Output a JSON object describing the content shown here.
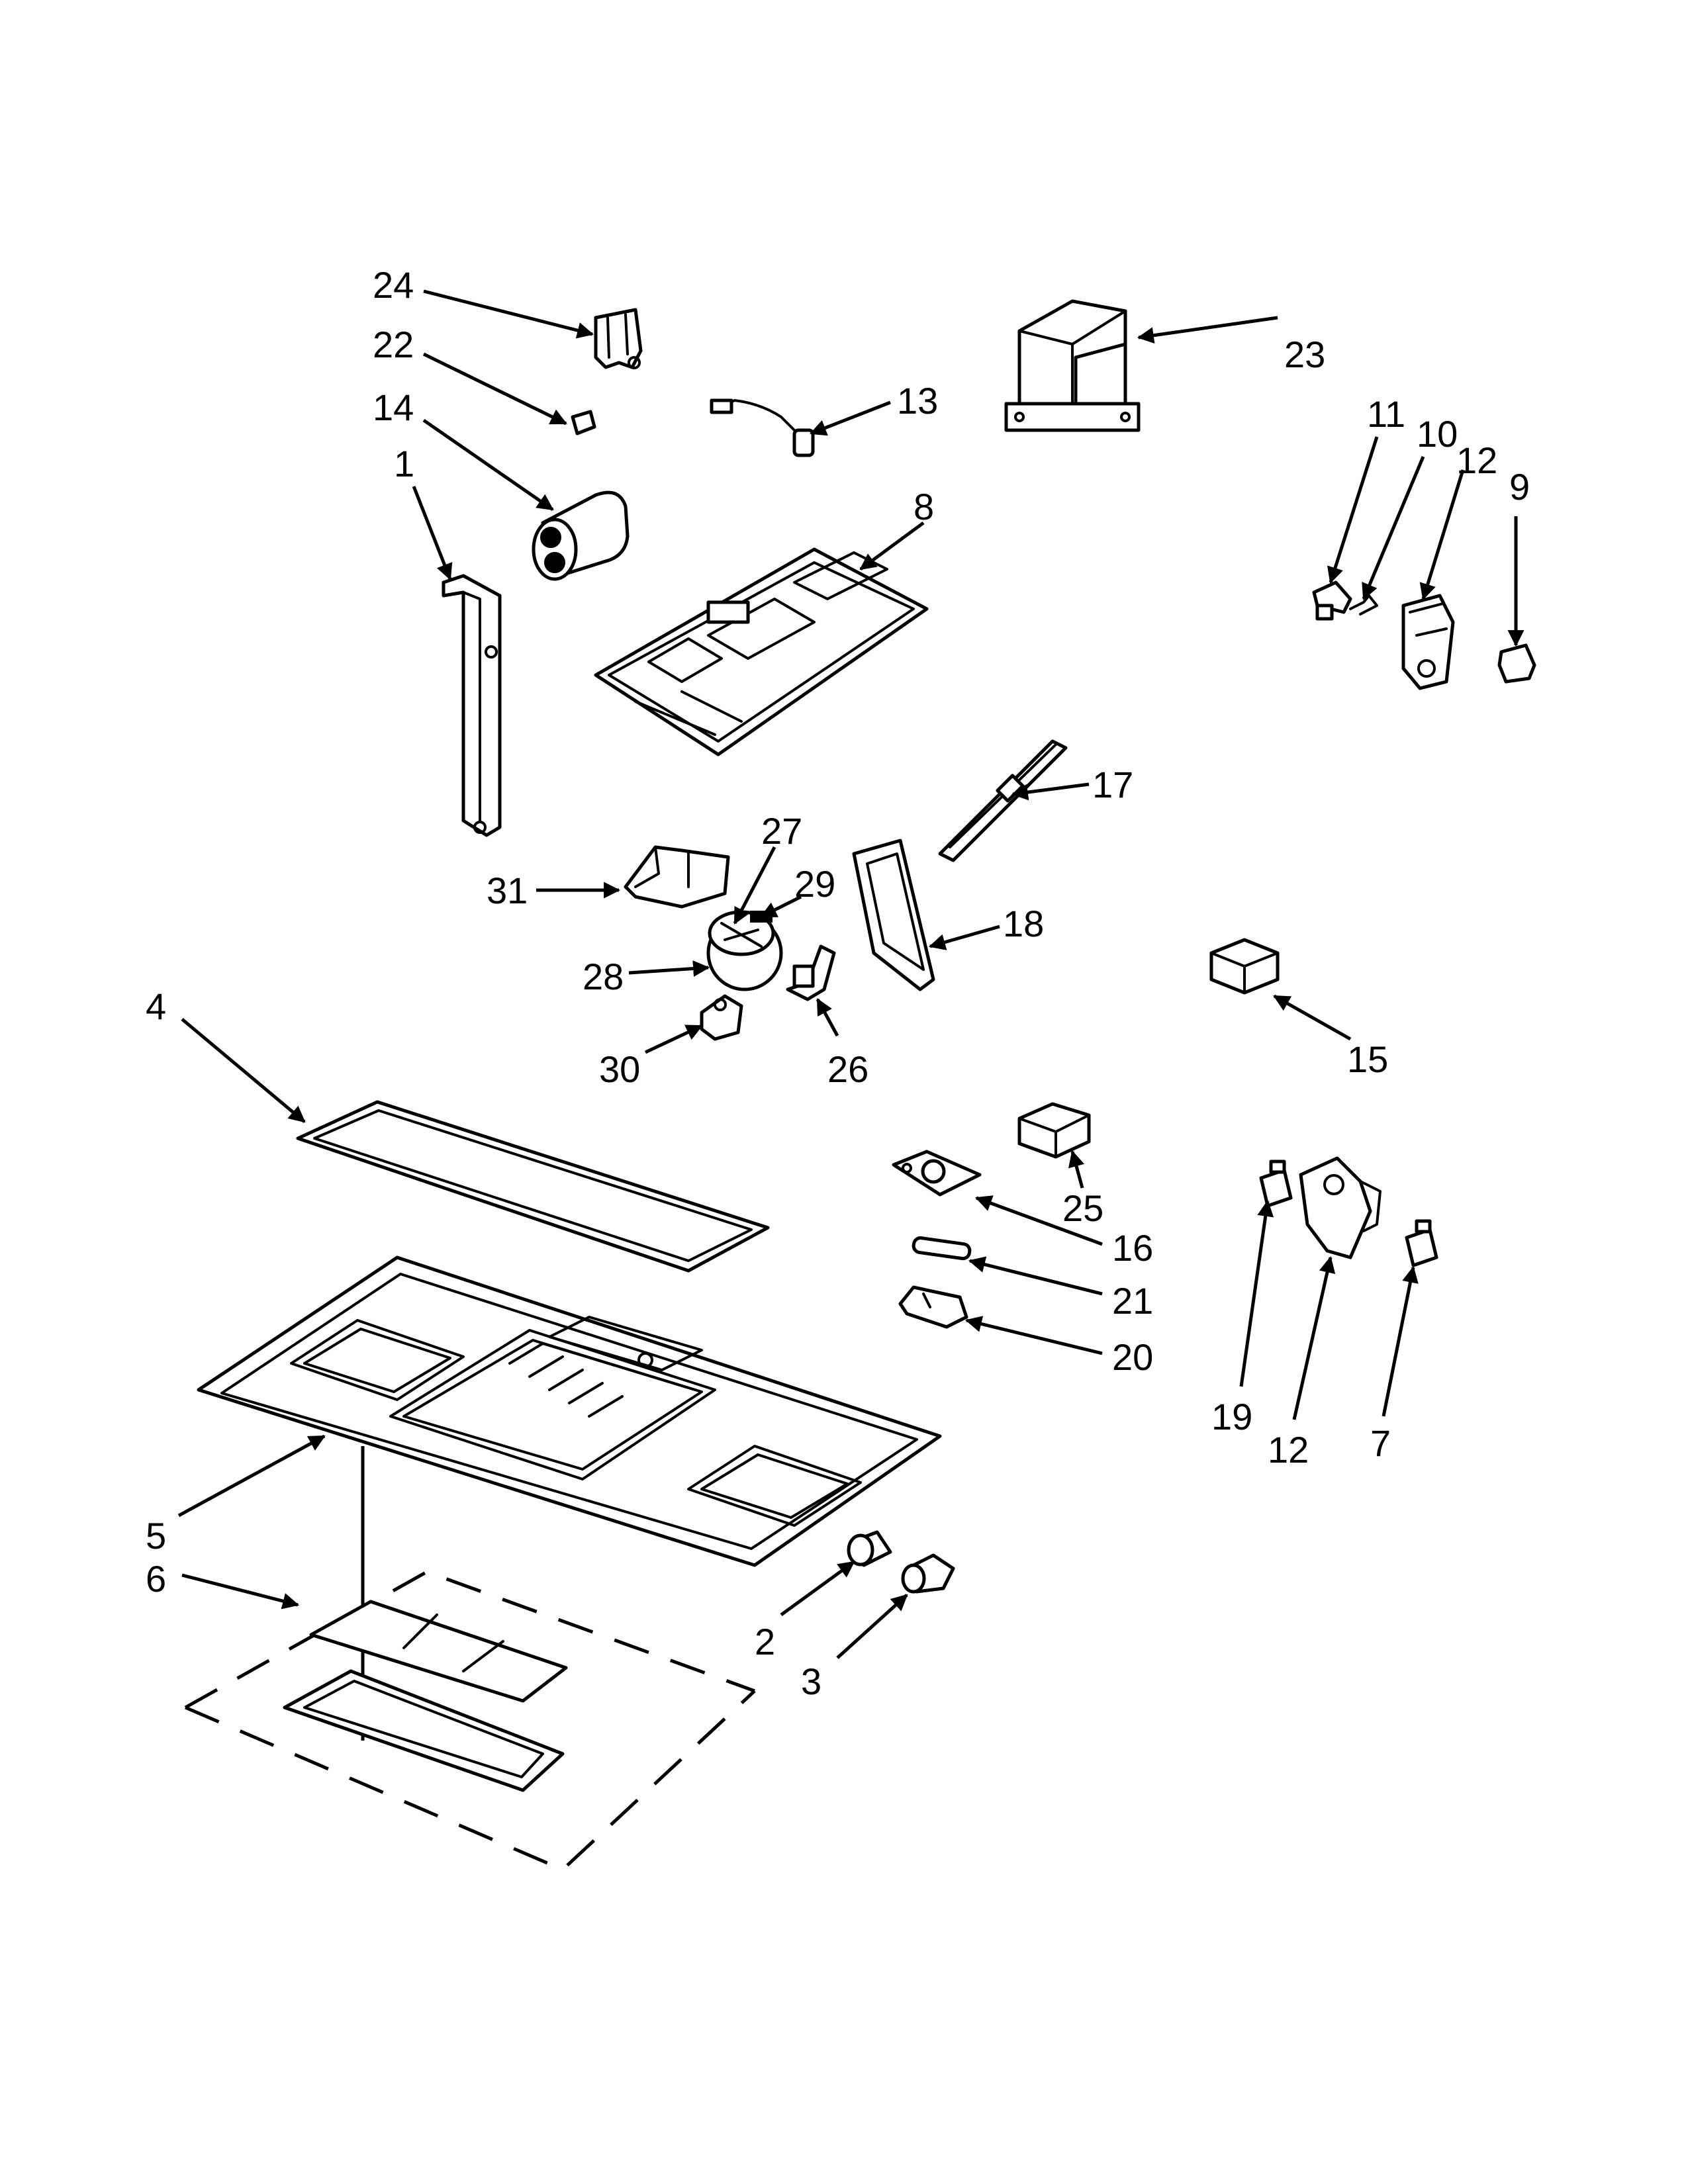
{
  "callouts": [
    {
      "id": "c24",
      "label": "24"
    },
    {
      "id": "c22",
      "label": "22"
    },
    {
      "id": "c14",
      "label": "14"
    },
    {
      "id": "c1",
      "label": "1"
    },
    {
      "id": "c13",
      "label": "13"
    },
    {
      "id": "c23",
      "label": "23"
    },
    {
      "id": "c8",
      "label": "8"
    },
    {
      "id": "c11",
      "label": "11"
    },
    {
      "id": "c10",
      "label": "10"
    },
    {
      "id": "c12a",
      "label": "12"
    },
    {
      "id": "c9",
      "label": "9"
    },
    {
      "id": "c17",
      "label": "17"
    },
    {
      "id": "c27",
      "label": "27"
    },
    {
      "id": "c29",
      "label": "29"
    },
    {
      "id": "c31",
      "label": "31"
    },
    {
      "id": "c18",
      "label": "18"
    },
    {
      "id": "c28",
      "label": "28"
    },
    {
      "id": "c30",
      "label": "30"
    },
    {
      "id": "c26",
      "label": "26"
    },
    {
      "id": "c15",
      "label": "15"
    },
    {
      "id": "c4",
      "label": "4"
    },
    {
      "id": "c25",
      "label": "25"
    },
    {
      "id": "c16",
      "label": "16"
    },
    {
      "id": "c21",
      "label": "21"
    },
    {
      "id": "c20",
      "label": "20"
    },
    {
      "id": "c19",
      "label": "19"
    },
    {
      "id": "c12b",
      "label": "12"
    },
    {
      "id": "c7",
      "label": "7"
    },
    {
      "id": "c5",
      "label": "5"
    },
    {
      "id": "c6",
      "label": "6"
    },
    {
      "id": "c2",
      "label": "2"
    },
    {
      "id": "c3",
      "label": "3"
    }
  ]
}
